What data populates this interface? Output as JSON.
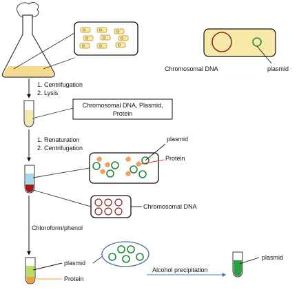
{
  "steps_1": {
    "items": [
      "1.  Centrifugation",
      "2.  Lysis"
    ]
  },
  "lysate_box": {
    "line1": "Chromosomal DNA, Plasmid,",
    "line2": "Protein"
  },
  "steps_2": {
    "items": [
      "1.  Renaturation",
      "2.  Centrifugation"
    ]
  },
  "labels": {
    "chromosomal_dna_top": "Chromosomal DNA",
    "plasmid_top": "plasmid",
    "plasmid_supernatant": "plasmid",
    "protein_supernatant": "Protein",
    "chromosomal_dna_pellet": "Chromosomal DNA",
    "chloroform_phenol": "Chloroform/phenol",
    "plasmid_tube": "plasmid",
    "protein_tube": "Protein",
    "alcohol_precipitation": "Alcohol precipitation",
    "plasmid_final": "plasmid"
  },
  "colors": {
    "bacteria_fill": "#f7e9a8",
    "bacteria_outline": "#c8a040",
    "chromosomal_ring": "#8b2a2a",
    "plasmid_ring": "#1a8a3a",
    "protein_particle": "#f0a060",
    "arrow_blue": "#4a7ab8",
    "supernatant_blue": "#a8d8ee",
    "pellet_red": "#a01818",
    "aqueous_green": "#b8e060",
    "organic_orange": "#f0a030",
    "plasmid_green": "#2aa040"
  }
}
